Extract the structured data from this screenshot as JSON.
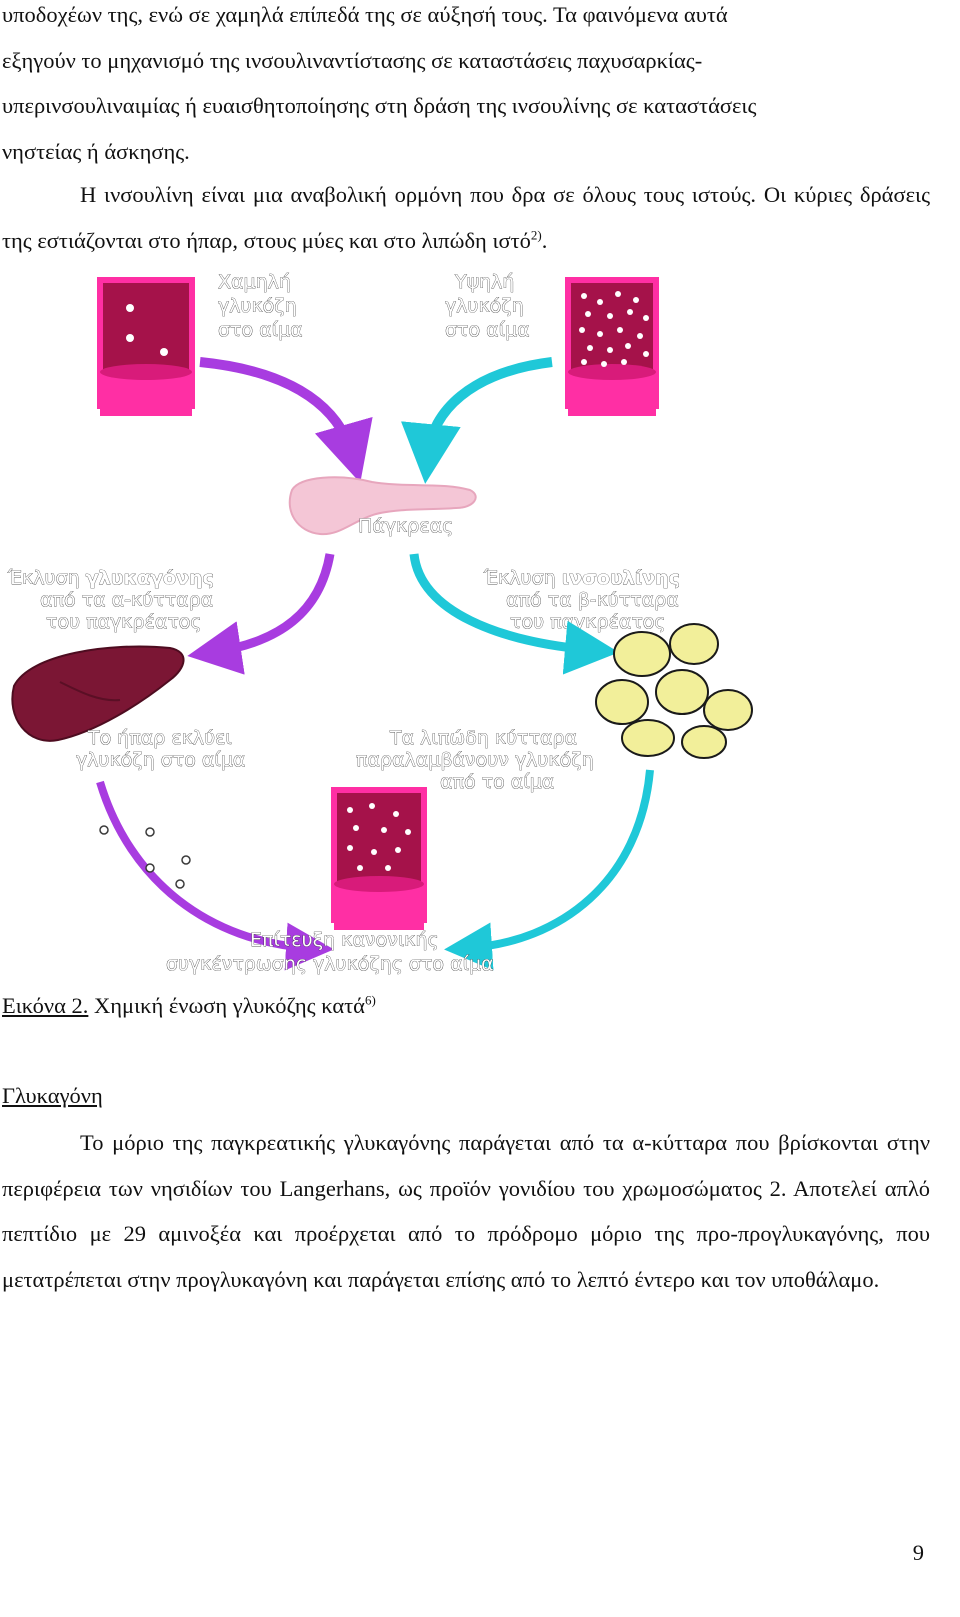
{
  "top_paragraph": {
    "line1": "υποδοχέων της, ενώ σε χαμηλά επίπεδά της σε αύξησή τους. Τα φαινόμενα αυτά",
    "line2": "εξηγούν το μηχανισμό της ινσουλιναντίστασης σε καταστάσεις παχυσαρκίας-",
    "line3": "υπερινσουλιναιμίας ή ευαισθητοποίησης στη δράση της ινσουλίνης σε καταστάσεις",
    "line4": "νηστείας ή άσκησης."
  },
  "insulin_paragraph": {
    "text": "Η ινσουλίνη είναι μια αναβολική ορμόνη που δρα σε όλους τους ιστούς. Οι κύριες δράσεις της εστιάζονται στο ήπαρ, στους μύες και στο λιπώδη ιστό",
    "ref": "2)",
    "end": "."
  },
  "figure": {
    "low_glucose": [
      "Χαμηλή",
      "γλυκόζη",
      "στο αίμα"
    ],
    "high_glucose": [
      "Υψηλή",
      "γλυκόζη",
      "στο αίμα"
    ],
    "pancreas": "Πάγκρεας",
    "glucagon_release": {
      "prefix": "Έκλυση ",
      "bold": "γλυκαγόνης",
      "line2": "από τα α-κύτταρα",
      "line3": "του παγκρέατος"
    },
    "insulin_release": {
      "prefix": "Έκλυση ",
      "bold": "ινσουλίνης",
      "line2": "από τα β-κύτταρα",
      "line3": "του παγκρέατος"
    },
    "liver": [
      "Το ήπαρ εκλύει",
      "γλυκόζη στο αίμα"
    ],
    "fat_cells": [
      "Τα λιπώδη κύτταρα",
      "παραλαμβάνουν γλυκόζη",
      "από το αίμα"
    ],
    "normal": [
      "Επίτευξη κανονικής",
      "συγκέντρωσης γλυκόζης στο αίμα"
    ],
    "colors": {
      "vessel": "#a5124a",
      "vessel_rim": "#ff2fa4",
      "purple_arrow": "#a83ce0",
      "cyan_arrow": "#1fc8d8",
      "liver": "#7b1634",
      "fat": "#f2ef9a",
      "pancreas": "#f4c6d6"
    }
  },
  "caption": {
    "number": "Εικόνα 2.",
    "text": " Χημική ένωση γλυκόζης κατά",
    "ref": "6)"
  },
  "glucagon_heading": "Γλυκαγόνη",
  "glucagon_paragraph": "Το μόριο της παγκρεατικής γλυκαγόνης παράγεται από τα α-κύτταρα που βρίσκονται στην περιφέρεια των νησιδίων του Langerhans, ως προϊόν γονιδίου του χρωμοσώματος 2. Αποτελεί απλό πεπτίδιο με 29 αμινοξέα και προέρχεται από το πρόδρομο μόριο της προ-προγλυκαγόνης, που μετατρέπεται στην προγλυκαγόνη και παράγεται επίσης από το λεπτό έντερο και τον υποθάλαμο.",
  "page_number": "9"
}
